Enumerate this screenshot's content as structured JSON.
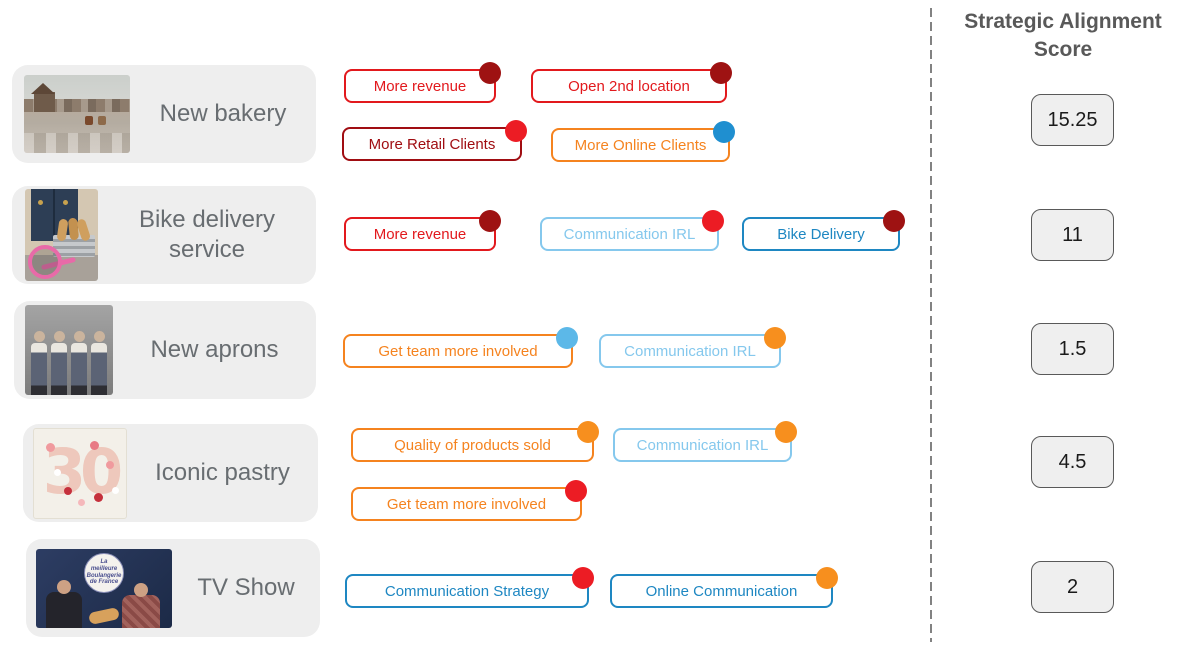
{
  "right_panel": {
    "title": "Strategic Alignment Score"
  },
  "palette": {
    "red": "#e2191d",
    "dark_red": "#a00d12",
    "orange": "#f5831f",
    "light_blue": "#85c8ed",
    "blue": "#1e87c2",
    "dot_dark_red": "#9e1212",
    "dot_red": "#ec1c24",
    "dot_orange": "#f78f1e",
    "dot_light_blue": "#5cb8e8",
    "dot_blue": "#1f8fd0",
    "card_background": "#eeeeee",
    "score_box_background": "#efefef",
    "title_text": "#686d71",
    "header_text": "#595959"
  },
  "projects": [
    {
      "name": "New bakery",
      "score": "15.25",
      "image": "seaside-town-beach-photo",
      "goals": [
        {
          "label": "More revenue",
          "color": "red",
          "dot": "dark_red"
        },
        {
          "label": "Open 2nd location",
          "color": "red",
          "dot": "dark_red"
        },
        {
          "label": "More Retail Clients",
          "color": "dark_red",
          "dot": "red"
        },
        {
          "label": "More Online Clients",
          "color": "orange",
          "dot": "blue"
        }
      ]
    },
    {
      "name": "Bike delivery service",
      "score": "11",
      "image": "pink-cargo-bike-photo",
      "goals": [
        {
          "label": "More revenue",
          "color": "red",
          "dot": "dark_red"
        },
        {
          "label": "Communication IRL",
          "color": "light_blue",
          "dot": "red"
        },
        {
          "label": "Bike Delivery",
          "color": "blue",
          "dot": "dark_red"
        }
      ]
    },
    {
      "name": "New aprons",
      "score": "1.5",
      "image": "team-in-aprons-photo",
      "goals": [
        {
          "label": "Get team more involved",
          "color": "orange",
          "dot": "light_blue"
        },
        {
          "label": "Communication IRL",
          "color": "light_blue",
          "dot": "orange"
        }
      ]
    },
    {
      "name": "Iconic pastry",
      "score": "4.5",
      "image": "number-30-cake-photo",
      "goals": [
        {
          "label": "Quality of products sold",
          "color": "orange",
          "dot": "orange"
        },
        {
          "label": "Communication IRL",
          "color": "light_blue",
          "dot": "orange"
        },
        {
          "label": "Get team more involved",
          "color": "orange",
          "dot": "red"
        }
      ]
    },
    {
      "name": "TV Show",
      "score": "2",
      "image": "tv-hosts-photo",
      "logo_text": "La meilleure Boulangerie de France",
      "goals": [
        {
          "label": "Communication Strategy",
          "color": "blue",
          "dot": "red"
        },
        {
          "label": "Online Communication",
          "color": "blue",
          "dot": "orange"
        }
      ]
    }
  ]
}
